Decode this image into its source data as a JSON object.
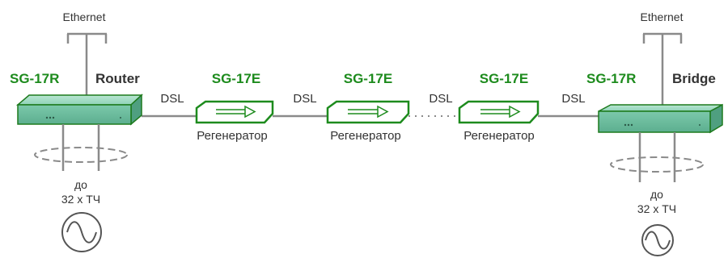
{
  "colors": {
    "model_text": "#1d8b1d",
    "device_fill": "#8fd3b8",
    "device_outline": "#1d7a1d",
    "regen_outline": "#1d8b1d",
    "wire": "#8a8a8a"
  },
  "left_node": {
    "uplink_label": "Ethernet",
    "model": "SG-17R",
    "role": "Router",
    "voice_label_line1": "до",
    "voice_label_line2": "32 x ТЧ",
    "icon": "sine-wave-icon"
  },
  "right_node": {
    "uplink_label": "Ethernet",
    "model": "SG-17R",
    "role": "Bridge",
    "voice_label_line1": "до",
    "voice_label_line2": "32 x ТЧ",
    "icon": "sine-wave-icon"
  },
  "regenerators": [
    {
      "model": "SG-17E",
      "caption": "Регенератор"
    },
    {
      "model": "SG-17E",
      "caption": "Регенератор"
    },
    {
      "model": "SG-17E",
      "caption": "Регенератор"
    }
  ],
  "links": [
    {
      "label": "DSL"
    },
    {
      "label": "DSL"
    },
    {
      "label": "DSL"
    },
    {
      "label": "DSL"
    }
  ]
}
